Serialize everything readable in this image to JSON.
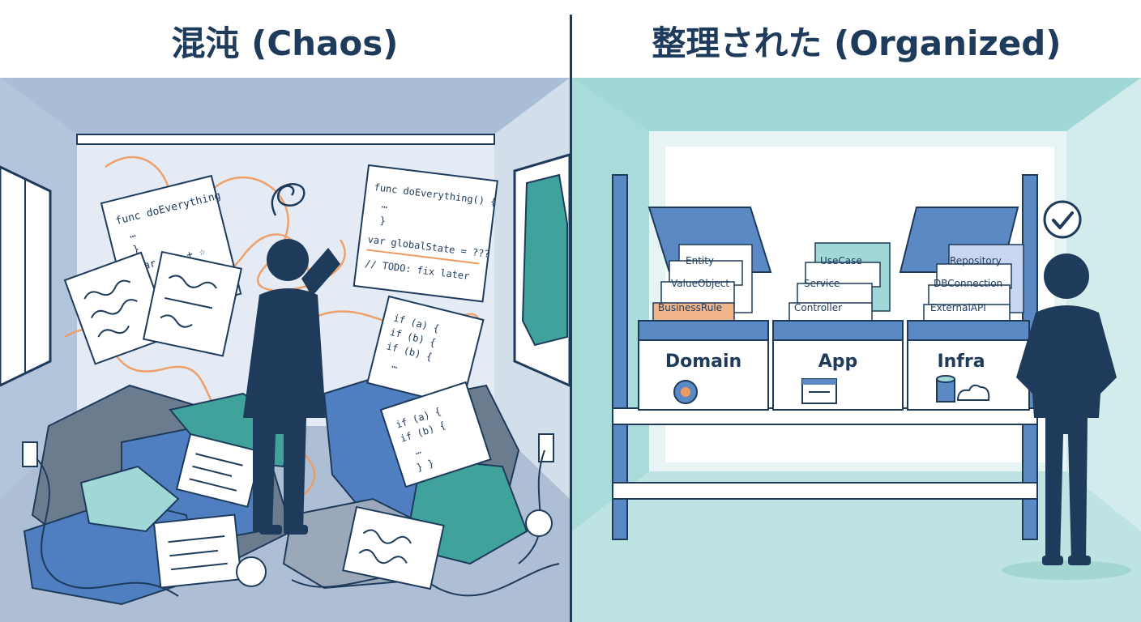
{
  "titles": {
    "chaos": "混沌 (Chaos)",
    "organized": "整理された (Organized)"
  },
  "chaos": {
    "paper_1": [
      "func doEverything",
      "…",
      "}",
      "var = ☆ + ☆",
      "…",
      "}"
    ],
    "paper_2": [
      "func doEverything() {",
      "…",
      "}",
      "var globalState = ???",
      "// TODO: fix later"
    ],
    "paper_3": [
      "if (a) {",
      "if (b) {",
      "if (b) {",
      "…"
    ],
    "paper_4": [
      "if (a) {",
      "if (b) {",
      "…",
      "} }"
    ]
  },
  "organized": {
    "boxes": [
      {
        "name": "Domain",
        "icon": "gear-icon",
        "files": [
          "Entity",
          "ValueObject",
          "BusinessRule"
        ],
        "accent": "#f1b58b"
      },
      {
        "name": "App",
        "icon": "window-icon",
        "files": [
          "UseCase",
          "Service",
          "Controller"
        ],
        "accent": "#9fd8d6"
      },
      {
        "name": "Infra",
        "icon": "database-cloud-icon",
        "files": [
          "Repository",
          "DBConnection",
          "ExternalAPI"
        ],
        "accent": "#c8d6f1"
      }
    ]
  },
  "colors": {
    "navy": "#1f3b5c",
    "chaos_bg": "#b9c9de",
    "organized_bg": "#bfe6e6",
    "box_blue": "#5b89c4",
    "accent_orange": "#ef9a5e"
  }
}
